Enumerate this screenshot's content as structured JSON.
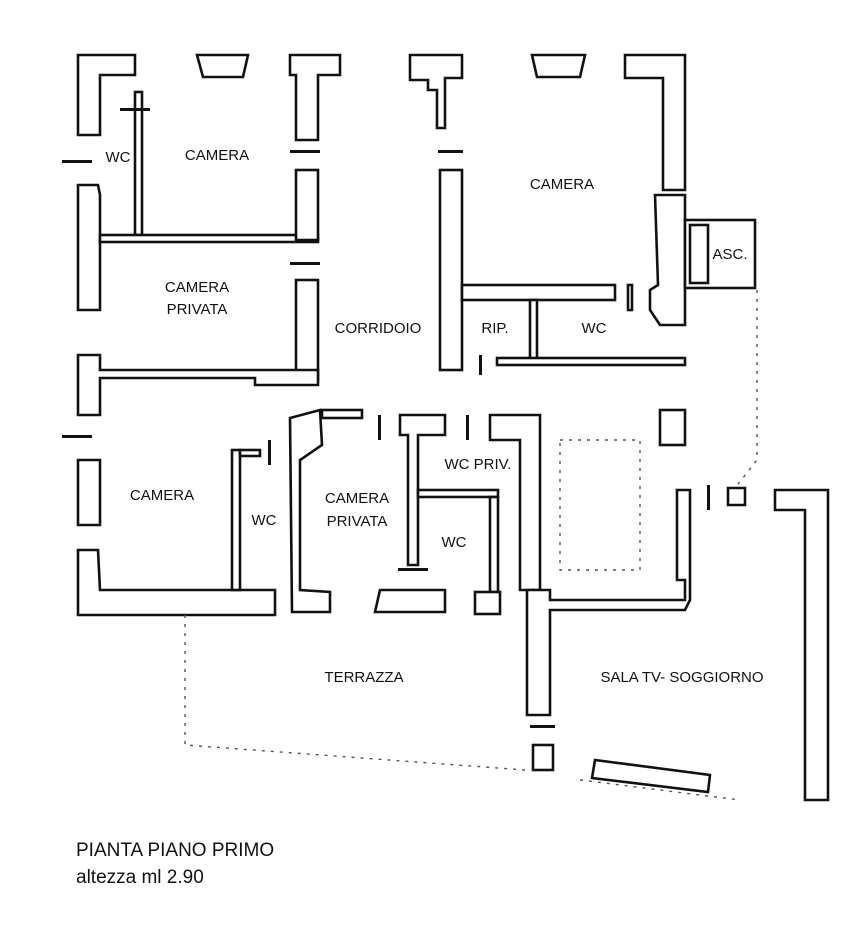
{
  "plan": {
    "rooms": {
      "wc_top_left": "WC",
      "camera_top_left": "CAMERA",
      "camera_privata_left_1": "CAMERA",
      "camera_privata_left_2": "PRIVATA",
      "corridoio": "CORRIDOIO",
      "camera_top_right": "CAMERA",
      "asc": "ASC.",
      "rip": "RIP.",
      "wc_right": "WC",
      "camera_bottom_left": "CAMERA",
      "wc_bottom_left": "WC",
      "camera_privata_mid_1": "CAMERA",
      "camera_privata_mid_2": "PRIVATA",
      "wc_priv": "WC PRIV.",
      "wc_mid": "WC",
      "terrazza": "TERRAZZA",
      "sala_tv": "SALA TV- SOGGIORNO"
    }
  },
  "caption": {
    "title": "PIANTA PIANO PRIMO",
    "subtitle": "altezza ml 2.90"
  }
}
